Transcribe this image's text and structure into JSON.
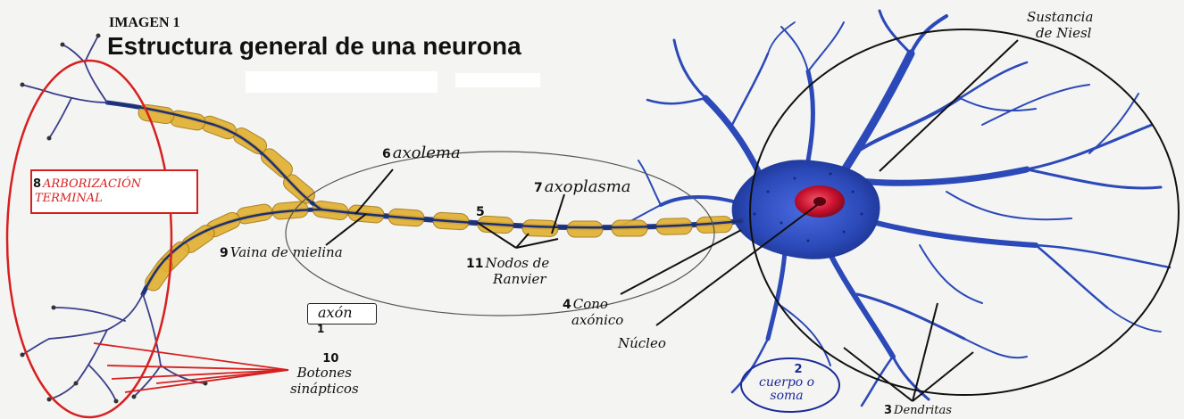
{
  "header": {
    "figure_number": "IMAGEN 1",
    "title": "Estructura general de una neurona"
  },
  "labels": {
    "sustancia_niesl": {
      "line1": "Sustancia",
      "line2": "de Niesl"
    },
    "axolema": {
      "number": "6",
      "text": "axolema"
    },
    "axoplasma": {
      "number": "7",
      "text": "axoplasma"
    },
    "arborizacion": {
      "number": "8",
      "line1": "ARBORIZACIÓN",
      "line2": "TERMINAL"
    },
    "vaina": {
      "number": "9",
      "text": "Vaina de mielina"
    },
    "nodo_5": {
      "number": "5"
    },
    "nodos": {
      "number": "11",
      "line1": "Nodos de",
      "line2": "Ranvier"
    },
    "axon": {
      "text": "axón",
      "number": "1"
    },
    "cono": {
      "number": "4",
      "line1": "Cono",
      "line2": "axónico"
    },
    "nucleo": {
      "text": "Núcleo"
    },
    "botones": {
      "number": "10",
      "line1": "Botones",
      "line2": "sinápticos"
    },
    "soma": {
      "number": "2",
      "line1": "cuerpo o",
      "line2": "soma"
    },
    "dendritas": {
      "number": "3",
      "text": "Dendritas"
    }
  },
  "colors": {
    "myelin": "#e2b033",
    "neuron_blue": "#2b49b8",
    "nucleus": "#c8102e",
    "accent_red": "#d62020",
    "soma_label": "#1a2a9a"
  }
}
